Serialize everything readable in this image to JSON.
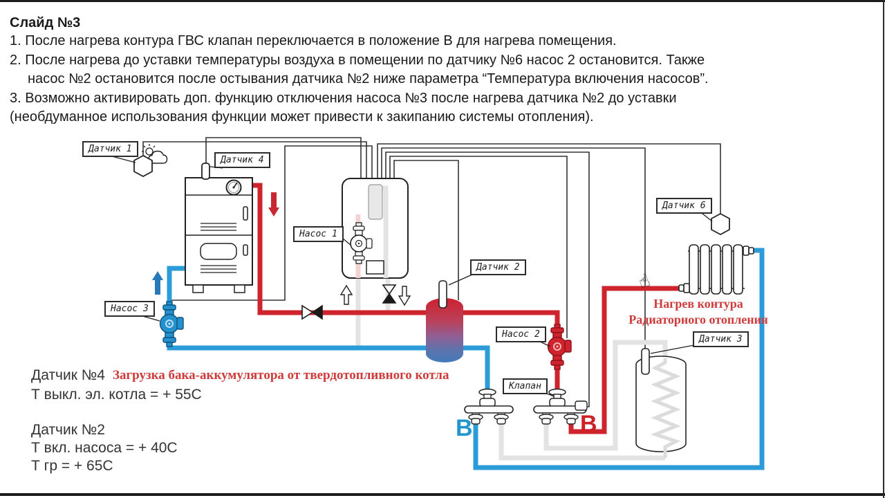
{
  "slide": {
    "title": "Слайд №3",
    "lines": [
      "1. После нагрева контура ГВС клапан переключается в положение В для нагрева помещения.",
      "2. После нагрева до уставки температуры воздуха в помещении по датчику №6 насос 2 остановится. Также",
      "насос №2 остановится после остывания датчика №2 ниже параметра “Температура включения насосов”.",
      "3. Возможно активировать доп. функцию отключения насоса №3 после нагрева датчика №2 до уставки",
      "(необдуманное использования функции может привести к закипанию системы отопления)."
    ]
  },
  "diagram": {
    "labels": {
      "sensor1": "Датчик 1",
      "sensor4": "Датчик 4",
      "pump1": "Насос 1",
      "sensor2": "Датчик 2",
      "pump2": "Насос 2",
      "valve": "Клапан",
      "sensor6": "Датчик 6",
      "sensor3": "Датчик 3",
      "pump3": "Насос 3"
    },
    "captions": {
      "radiator_circuit_line1": "Нагрев контура",
      "radiator_circuit_line2": "Радиаторного отопления",
      "buffer_loading": "Загрузка бака-аккумулятора от твердотопливного котла",
      "position_b_blue": "В",
      "position_b_red": "В"
    },
    "notes": {
      "sensor4_title": "Датчик №4",
      "sensor4_value": "Т выкл. эл. котла = + 55С",
      "sensor2_title": "Датчик №2",
      "sensor2_value1": "Т вкл. насоса = + 40С",
      "sensor2_value2": "Т гр = + 65С"
    },
    "icons": {
      "hand_cursor": "☝"
    },
    "colors": {
      "hot_pipe": "#cf232e",
      "cold_pipe": "#2b9cd8",
      "inactive_pipe": "#e3e3e3",
      "caption_red": "#cf3a3a",
      "letter_blue": "#2196cd",
      "letter_red": "#cc2127"
    }
  }
}
